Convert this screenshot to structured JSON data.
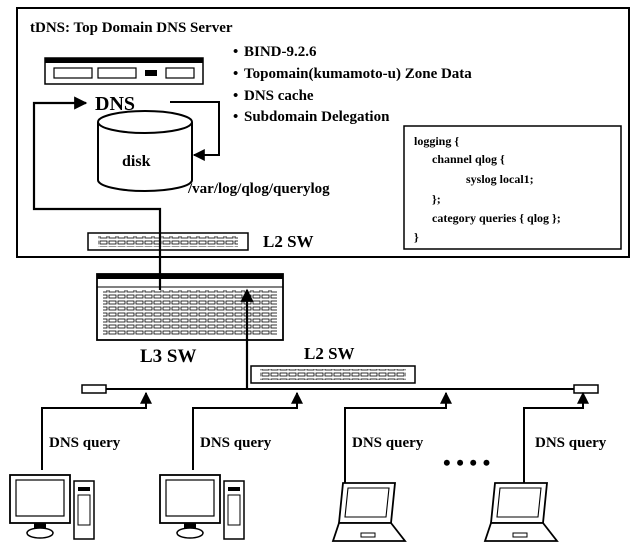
{
  "server_box": {
    "title": "tDNS: Top Domain DNS Server",
    "bullets": [
      "BIND-9.2.6",
      "Topomain(kumamoto-u) Zone Data",
      "DNS cache",
      "Subdomain Delegation"
    ],
    "bullet_glyph": "•",
    "dns_label": "DNS",
    "disk_label": "disk",
    "log_path": "/var/log/qlog/querylog",
    "l2_switch_label": "L2 SW"
  },
  "config_snippet": {
    "lines": [
      "logging {",
      "channel qlog {",
      "syslog local1;",
      "};",
      "category queries { qlog };",
      "}"
    ]
  },
  "network": {
    "l3_switch_label": "L3 SW",
    "l2_switch_label": "L2 SW",
    "ellipsis": "• • • •"
  },
  "clients": [
    {
      "type": "desktop",
      "query_label": "DNS query"
    },
    {
      "type": "desktop",
      "query_label": "DNS query"
    },
    {
      "type": "laptop",
      "query_label": "DNS query"
    },
    {
      "type": "laptop",
      "query_label": "DNS query"
    }
  ]
}
